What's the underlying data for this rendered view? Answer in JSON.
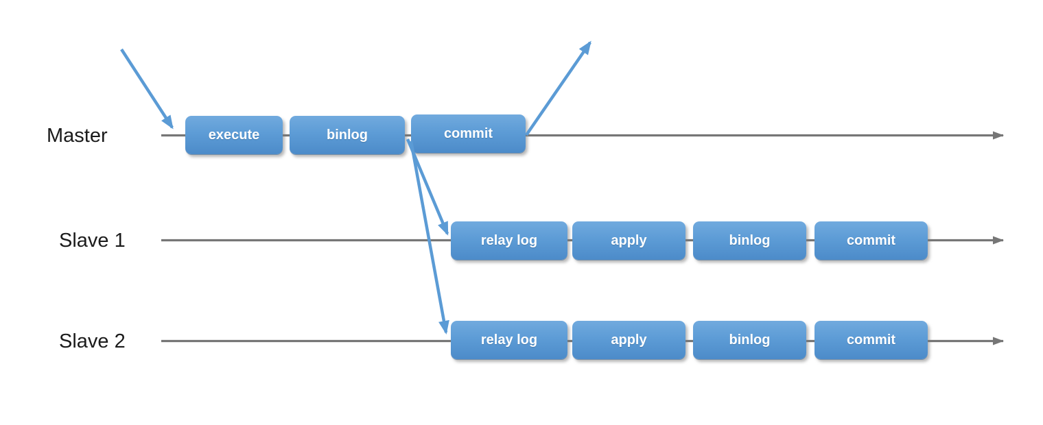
{
  "diagram": {
    "rows": [
      {
        "label": "Master",
        "steps": [
          "execute",
          "binlog",
          "commit"
        ]
      },
      {
        "label": "Slave 1",
        "steps": [
          "relay log",
          "apply",
          "binlog",
          "commit"
        ]
      },
      {
        "label": "Slave 2",
        "steps": [
          "relay log",
          "apply",
          "binlog",
          "commit"
        ]
      }
    ],
    "arrows": [
      {
        "name": "incoming-arrow",
        "description": "arrow entering master timeline from upper left"
      },
      {
        "name": "outgoing-arrow",
        "description": "arrow leaving commit upward to the right"
      },
      {
        "name": "master-to-slave1-arrow",
        "description": "arrow from master binlog/commit point to slave 1 relay log"
      },
      {
        "name": "master-to-slave2-arrow",
        "description": "arrow from master binlog/commit point to slave 2 relay log"
      }
    ],
    "colors": {
      "box_fill_top": "#71aade",
      "box_fill_bottom": "#4c8bc9",
      "box_text": "#ffffff",
      "arrow_blue": "#5b9bd5",
      "timeline_gray": "#767676",
      "label_text": "#1b1b1b",
      "background": "#ffffff"
    }
  }
}
